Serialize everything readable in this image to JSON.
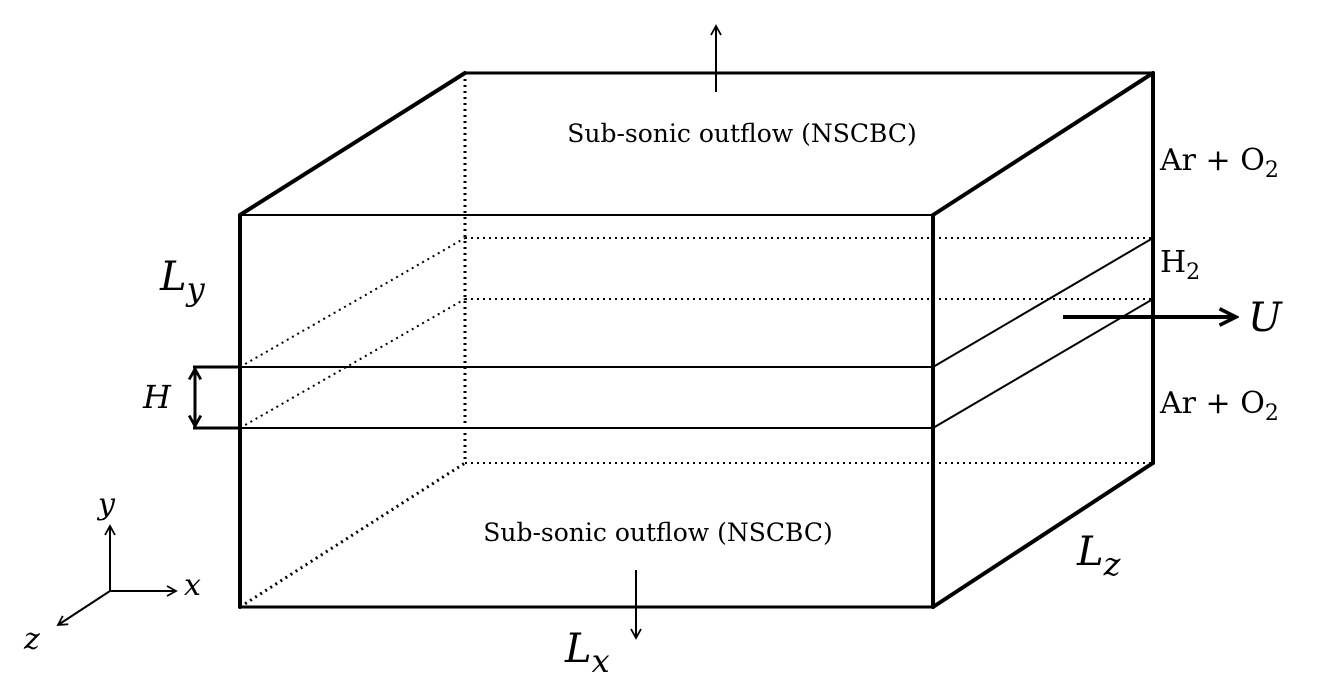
{
  "diagram": {
    "boundaries": {
      "top": "Sub-sonic outflow (NSCBC)",
      "bottom": "Sub-sonic outflow (NSCBC)"
    },
    "species": {
      "upper": {
        "base": "Ar + O",
        "sub": "2"
      },
      "middle": {
        "base": "H",
        "sub": "2"
      },
      "lower": {
        "base": "Ar + O",
        "sub": "2"
      }
    },
    "dimensions": {
      "lx": {
        "base": "L",
        "sub": "x"
      },
      "ly": {
        "base": "L",
        "sub": "y"
      },
      "lz": {
        "base": "L",
        "sub": "z"
      },
      "h": "H"
    },
    "velocity": "U",
    "axes": {
      "x": "x",
      "y": "y",
      "z": "z"
    }
  }
}
